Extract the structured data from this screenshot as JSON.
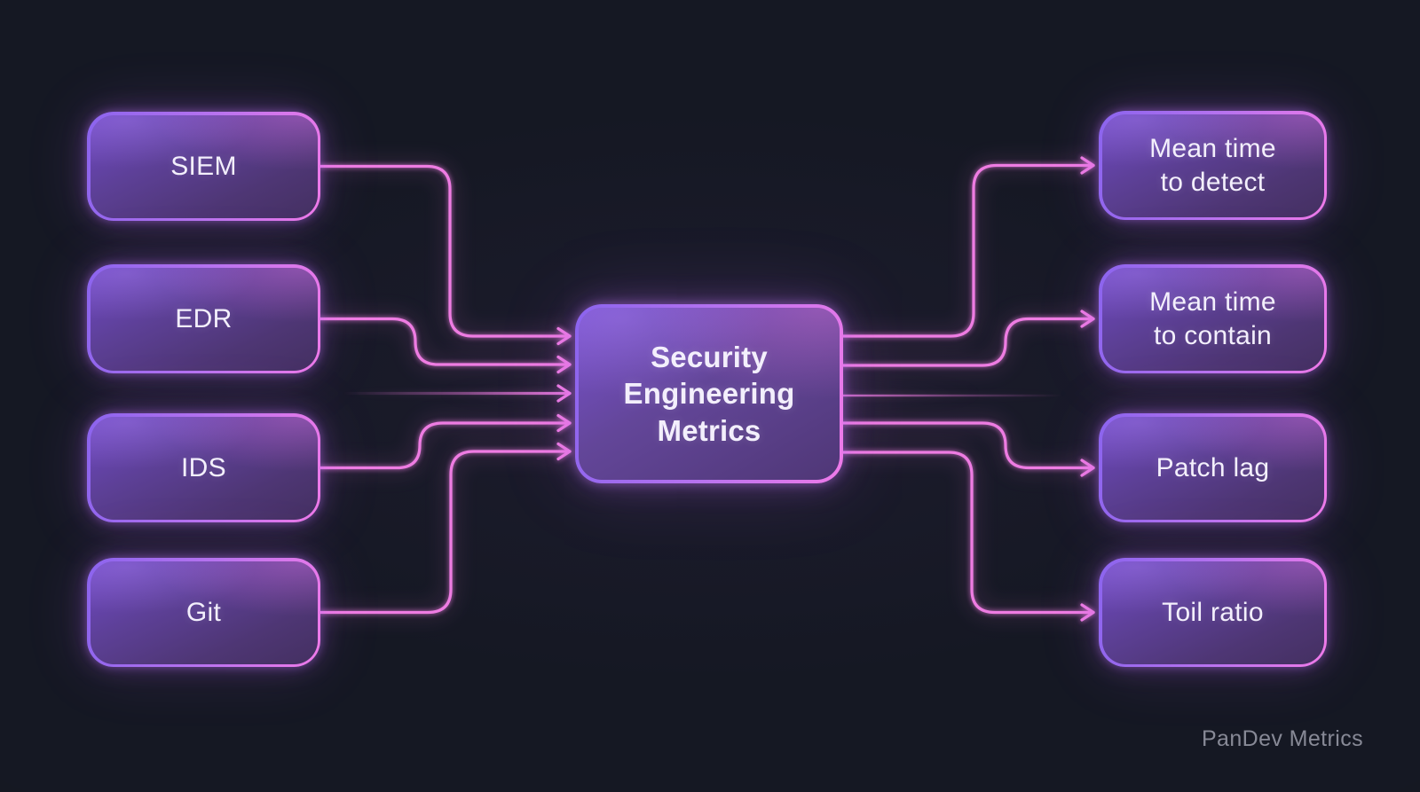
{
  "watermark": "PanDev Metrics",
  "center": {
    "label": "Security Engineering Metrics"
  },
  "sources": [
    {
      "id": "siem",
      "label": "SIEM"
    },
    {
      "id": "edr",
      "label": "EDR"
    },
    {
      "id": "ids",
      "label": "IDS"
    },
    {
      "id": "git",
      "label": "Git"
    }
  ],
  "metrics": [
    {
      "id": "mttd",
      "label": "Mean time to detect"
    },
    {
      "id": "mttc",
      "label": "Mean time to contain"
    },
    {
      "id": "patch-lag",
      "label": "Patch lag"
    },
    {
      "id": "toil-ratio",
      "label": "Toil ratio"
    }
  ],
  "edges": [
    {
      "from": "SIEM",
      "to": "Security Engineering Metrics"
    },
    {
      "from": "EDR",
      "to": "Security Engineering Metrics"
    },
    {
      "from": "IDS",
      "to": "Security Engineering Metrics"
    },
    {
      "from": "Git",
      "to": "Security Engineering Metrics"
    },
    {
      "from": "Security Engineering Metrics",
      "to": "Mean time to detect"
    },
    {
      "from": "Security Engineering Metrics",
      "to": "Mean time to contain"
    },
    {
      "from": "Security Engineering Metrics",
      "to": "Patch lag"
    },
    {
      "from": "Security Engineering Metrics",
      "to": "Toil ratio"
    }
  ],
  "colors": {
    "background": "#151823",
    "connector": "#ee7ce2",
    "border_violet": "#8b64ee",
    "border_pink": "#ef7ae9",
    "node_fill_top": "#7049c6",
    "node_fill_bottom": "#443061",
    "text": "#f3effc",
    "watermark": "#9193a0"
  }
}
